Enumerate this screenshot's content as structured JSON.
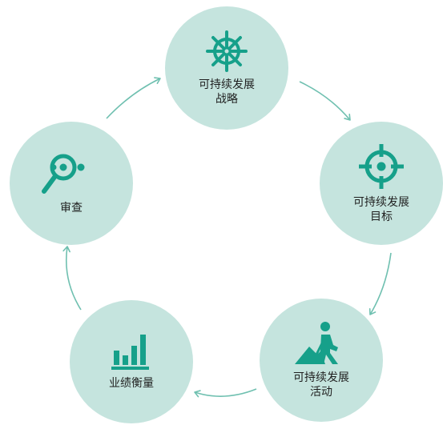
{
  "diagram": {
    "accent_color": "#16a08a",
    "node_fill": "#c5e4de",
    "arrow_color": "#6fc0b0",
    "nodes": [
      {
        "id": "strategy",
        "line1": "可持续发展",
        "line2": "战略",
        "icon": "ship-wheel-icon"
      },
      {
        "id": "goals",
        "line1": "可持续发展",
        "line2": "目标",
        "icon": "crosshair-target-icon"
      },
      {
        "id": "actions",
        "line1": "可持续发展",
        "line2": "活动",
        "icon": "worker-shoveling-icon"
      },
      {
        "id": "metrics",
        "line1": "业绩衡量",
        "line2": "",
        "icon": "bar-chart-icon"
      },
      {
        "id": "review",
        "line1": "审查",
        "line2": "",
        "icon": "magnifier-icon"
      }
    ]
  }
}
